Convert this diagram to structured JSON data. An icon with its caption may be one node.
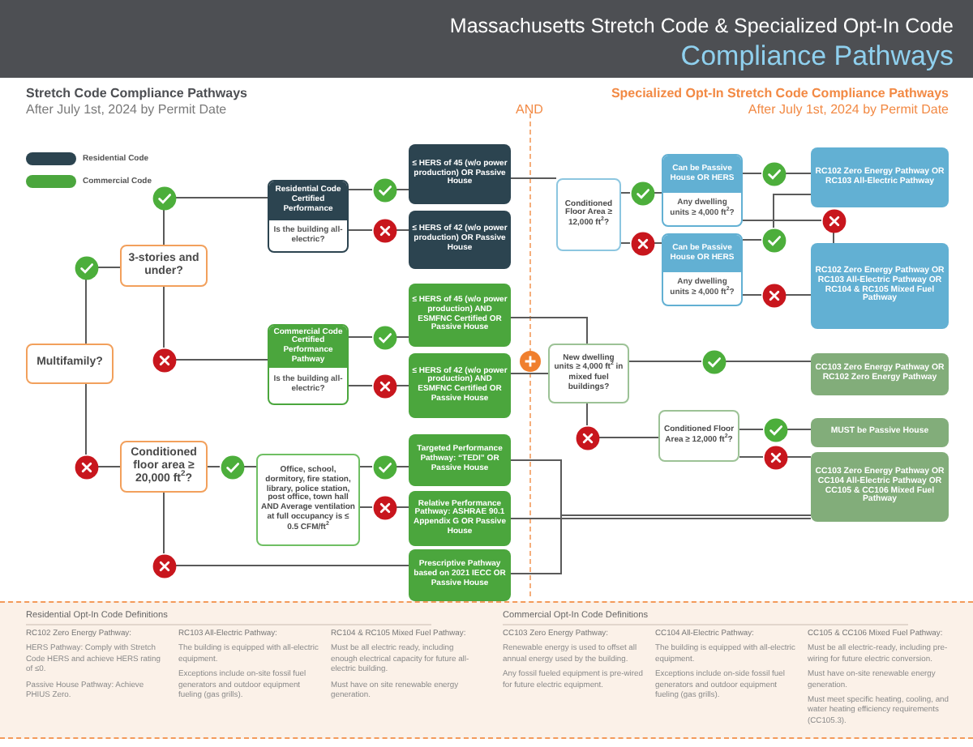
{
  "diagram": {
    "title": "Massachusetts Stretch Code & Specialized Opt-In Code",
    "nodes": [
      {
        "text": [
          "Multifamily?"
        ]
      },
      {
        "text": [],
        "shape": "check"
      },
      {
        "text": [],
        "shape": "cross"
      },
      {
        "text": [
          "3-stories and under?"
        ]
      },
      {
        "text": [],
        "shape": "check"
      },
      {
        "text": [],
        "shape": "cross"
      },
      {
        "text": [
          "Conditioned floor area ≥ 20,000 ft$^{2}$?"
        ]
      },
      {
        "text": [],
        "shape": "check"
      },
      {
        "text": [],
        "shape": "cross"
      },
      {
        "text": [
          "Residential Code Certified Performance",
          "Is the building all-electric?"
        ]
      },
      {
        "text": [
          "Commercial Code Certified Performance Pathway",
          "Is the building all-electric?"
        ]
      },
      {
        "text": [
          "Office, school, dormitory, fire station, library, police station, post office, town hall AND Average ventilation at full occupancy is ≤ 0.5 CFM/ft$^{2}$"
        ]
      },
      {
        "text": [],
        "shape": "check"
      },
      {
        "text": [],
        "shape": "cross"
      },
      {
        "text": [],
        "shape": "check"
      },
      {
        "text": [],
        "shape": "cross"
      },
      {
        "text": [],
        "shape": "check"
      },
      {
        "text": [],
        "shape": "cross"
      },
      {
        "text": [
          "≤ HERS of 45 (w/o power production) OR Passive House"
        ]
      },
      {
        "text": [
          "≤ HERS of 42 (w/o power production) OR Passive House"
        ]
      },
      {
        "text": [
          "≤ HERS of 45 (w/o power production) AND ESMFNC Certified OR Passive House"
        ]
      },
      {
        "text": [
          "≤ HERS of 42 (w/o power production) AND ESMFNC Certified OR Passive House"
        ]
      },
      {
        "text": [
          "Targeted Performance Pathway: “TEDI” OR Passive House"
        ]
      },
      {
        "text": [
          "Relative Performance Pathway: ASHRAE 90.1 Appendix G OR Passive House"
        ]
      },
      {
        "text": [
          "Prescriptive Pathway based on 2021 IECC OR Passive House"
        ]
      },
      {
        "text": [
          "Conditioned Floor Area ≥ 12,000 ft$^{2}$?"
        ]
      },
      {
        "text": [],
        "shape": "check"
      },
      {
        "text": [],
        "shape": "cross"
      },
      {
        "text": [
          "Can be Passive House OR HERS",
          "Any dwelling units ≥ 4,000 ft$^{2}$?"
        ]
      },
      {
        "text": [
          "Can be Passive House OR HERS",
          "Any dwelling units ≥ 4,000 ft$^{2}$?"
        ]
      },
      {
        "text": [],
        "shape": "check"
      },
      {
        "text": [],
        "shape": "cross"
      },
      {
        "text": [],
        "shape": "check"
      },
      {
        "text": [],
        "shape": "cross"
      },
      {
        "text": [
          "RC102 Zero Energy Pathway OR RC103 All-Electric Pathway"
        ]
      },
      {
        "text": [
          "RC102 Zero Energy Pathway OR RC103 All-Electric Pathway OR RC104 & RC105 Mixed Fuel Pathway"
        ]
      },
      {
        "text": [
          "New dwelling units ≥ 4,000 ft$^{2}$ in mixed fuel buildings?"
        ]
      },
      {
        "text": [],
        "shape": "check"
      },
      {
        "text": [],
        "shape": "cross"
      },
      {
        "text": [
          "Conditioned Floor Area ≥ 12,000 ft$^{2}$?"
        ]
      },
      {
        "text": [],
        "shape": "check"
      },
      {
        "text": [],
        "shape": "cross"
      },
      {
        "text": [
          "CC103 Zero Energy Pathway OR RC102 Zero Energy Pathway"
        ]
      },
      {
        "text": [
          "MUST be Passive House"
        ]
      },
      {
        "text": [
          "CC103 Zero Energy Pathway OR CC104 All-Electric Pathway OR CC105 & CC106 Mixed Fuel Pathway"
        ]
      }
    ],
    "edges": [
      {
        "from": 0,
        "to": 1,
        "arrow": "none"
      },
      {
        "from": 1,
        "to": 3,
        "arrow": "none"
      },
      {
        "from": 0,
        "to": 2,
        "arrow": "none"
      },
      {
        "from": 2,
        "to": 6,
        "arrow": "none"
      },
      {
        "from": 3,
        "to": 4,
        "arrow": "none"
      },
      {
        "from": 4,
        "to": 9,
        "arrow": "none"
      },
      {
        "from": 3,
        "to": 5,
        "arrow": "none"
      },
      {
        "from": 5,
        "to": 10,
        "arrow": "none"
      },
      {
        "from": 6,
        "to": 7,
        "arrow": "none"
      },
      {
        "from": 7,
        "to": 11,
        "arrow": "none"
      },
      {
        "from": 6,
        "to": 8,
        "arrow": "none"
      },
      {
        "from": 8,
        "to": 24,
        "arrow": "none"
      },
      {
        "from": 9,
        "to": 12,
        "arrow": "none"
      },
      {
        "from": 12,
        "to": 18,
        "arrow": "none"
      },
      {
        "from": 9,
        "to": 13,
        "arrow": "none"
      },
      {
        "from": 13,
        "to": 19,
        "arrow": "none"
      },
      {
        "from": 10,
        "to": 14,
        "arrow": "none"
      },
      {
        "from": 14,
        "to": 20,
        "arrow": "none"
      },
      {
        "from": 10,
        "to": 15,
        "arrow": "none"
      },
      {
        "from": 15,
        "to": 21,
        "arrow": "none"
      },
      {
        "from": 11,
        "to": 16,
        "arrow": "none"
      },
      {
        "from": 16,
        "to": 22,
        "arrow": "none"
      },
      {
        "from": 11,
        "to": 17,
        "arrow": "none"
      },
      {
        "from": 17,
        "to": 23,
        "arrow": "none"
      },
      {
        "from": 18,
        "to": 25,
        "arrow": "none"
      },
      {
        "from": 25,
        "to": 26,
        "arrow": "none"
      },
      {
        "from": 26,
        "to": 28,
        "arrow": "none"
      },
      {
        "from": 25,
        "to": 27,
        "arrow": "none"
      },
      {
        "from": 27,
        "to": 29,
        "arrow": "none"
      },
      {
        "from": 28,
        "to": 30,
        "arrow": "none"
      },
      {
        "from": 30,
        "to": 34,
        "arrow": "none"
      },
      {
        "from": 28,
        "to": 31,
        "arrow": "none"
      },
      {
        "from": 31,
        "to": 35,
        "arrow": "none"
      },
      {
        "from": 29,
        "to": 32,
        "arrow": "none"
      },
      {
        "from": 32,
        "to": 34,
        "arrow": "none"
      },
      {
        "from": 29,
        "to": 33,
        "arrow": "none"
      },
      {
        "from": 33,
        "to": 35,
        "arrow": "none"
      },
      {
        "from": 20,
        "to": 36,
        "arrow": "none"
      },
      {
        "from": 21,
        "to": 36,
        "arrow": "none"
      },
      {
        "from": 36,
        "to": 37,
        "arrow": "none"
      },
      {
        "from": 37,
        "to": 42,
        "arrow": "none"
      },
      {
        "from": 36,
        "to": 38,
        "arrow": "none"
      },
      {
        "from": 38,
        "to": 39,
        "arrow": "none"
      },
      {
        "from": 39,
        "to": 40,
        "arrow": "none"
      },
      {
        "from": 40,
        "to": 43,
        "arrow": "none"
      },
      {
        "from": 39,
        "to": 41,
        "arrow": "none"
      },
      {
        "from": 41,
        "to": 44,
        "arrow": "none"
      },
      {
        "from": 22,
        "to": 44,
        "arrow": "none"
      },
      {
        "from": 23,
        "to": 44,
        "arrow": "none"
      },
      {
        "from": 24,
        "to": 44,
        "arrow": "none"
      }
    ],
    "labels": [
      "Compliance Pathways",
      "Stretch Code Compliance Pathways",
      "After July 1st, 2024 by Permit Date",
      "AND",
      "Specialized Opt-In Stretch Code Compliance Pathways",
      "After July 1st, 2024 by Permit Date",
      "Residential Opt-In Code Definitions",
      "RC102 Zero Energy Pathway:",
      "HERS Pathway: Comply with Stretch Code HERS and achieve HERS rating of ≤0.",
      "Passive House Pathway: Achieve PHIUS Zero.",
      "RC103 All-Electric Pathway:",
      "The building is equipped with all-electric equipment.",
      "Exceptions include on-site fossil fuel generators and outdoor equipment fueling (gas grills).",
      "RC104 & RC105 Mixed Fuel Pathway:",
      "Must be all electric ready, including enough electrical capacity for future all-electric building.",
      "Must have on site renewable energy generation.",
      "Commercial Opt-In Code Definitions",
      "CC103 Zero Energy Pathway:",
      "Renewable energy is used to offset all annual energy used by the building.",
      "Any fossil fueled equipment is pre-wired for future electric equipment.",
      "CC104 All-Electric Pathway:",
      "The building is equipped with all-electric equipment.",
      "Exceptions include on-side fossil fuel generators and outdoor equipment fueling (gas grills).",
      "CC105 & CC106 Mixed Fuel Pathway:",
      "Must be all electric-ready, including pre-wiring for future electric conversion.",
      "Must have on-site renewable energy generation.",
      "Must meet specific heating, cooling, and water heating efficiency requirements (CC105.3)."
    ],
    "legend": [
      {
        "text": "Residential Code",
        "color": "#2c4450"
      },
      {
        "text": "Commercial Code",
        "color": "#4ba63d"
      }
    ]
  }
}
